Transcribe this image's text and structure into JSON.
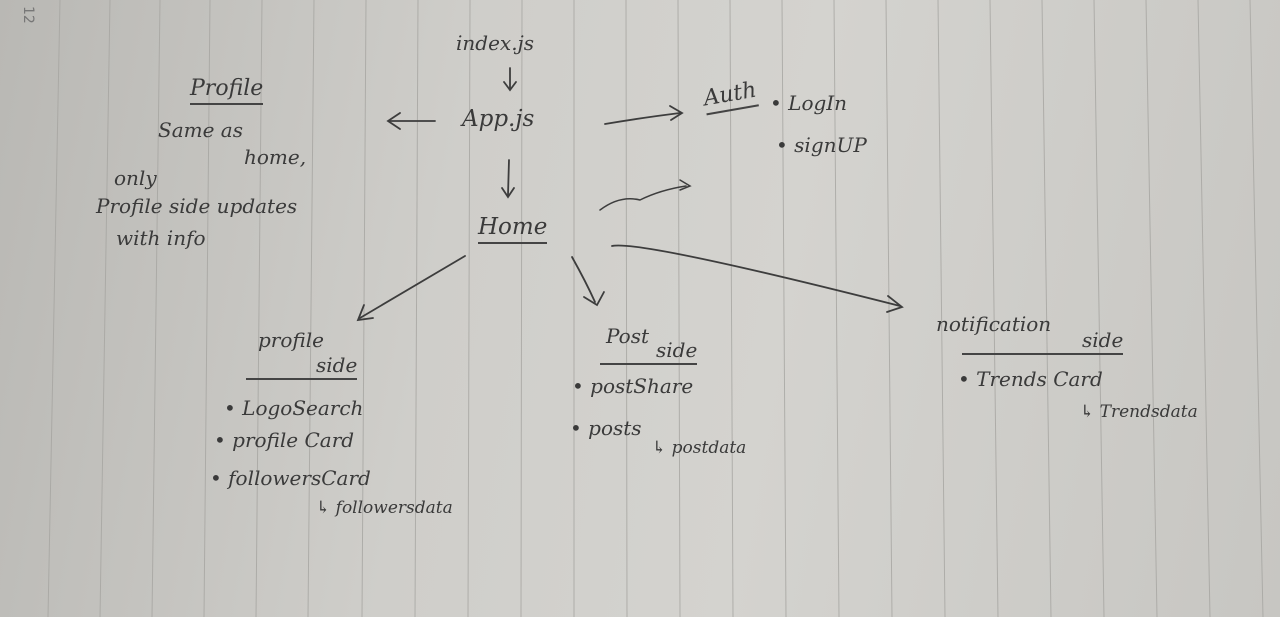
{
  "page_number": "12",
  "nodes": {
    "index_js": "index.js",
    "app_js": "App.js",
    "profile": "Profile",
    "profile_desc": [
      "Same as",
      "home,",
      "only",
      "Profile side updates",
      "with info"
    ],
    "auth": "Auth",
    "auth_items": [
      "LogIn",
      "signUP"
    ],
    "home": "Home",
    "profile_side": [
      "profile",
      "side"
    ],
    "profile_side_items": [
      "LogoSearch",
      "profile Card",
      "followersCard"
    ],
    "profile_side_sub": "followersdata",
    "post_side": [
      "Post",
      "side"
    ],
    "post_side_items": [
      "postShare",
      "posts"
    ],
    "post_side_sub": "postdata",
    "notification_side": [
      "notification",
      "side"
    ],
    "notification_items": [
      "Trends Card"
    ],
    "notification_sub": "Trendsdata"
  },
  "colors": {
    "paper": "#cfceca",
    "ink": "#3a3a3a",
    "rule": "#9a9996"
  }
}
